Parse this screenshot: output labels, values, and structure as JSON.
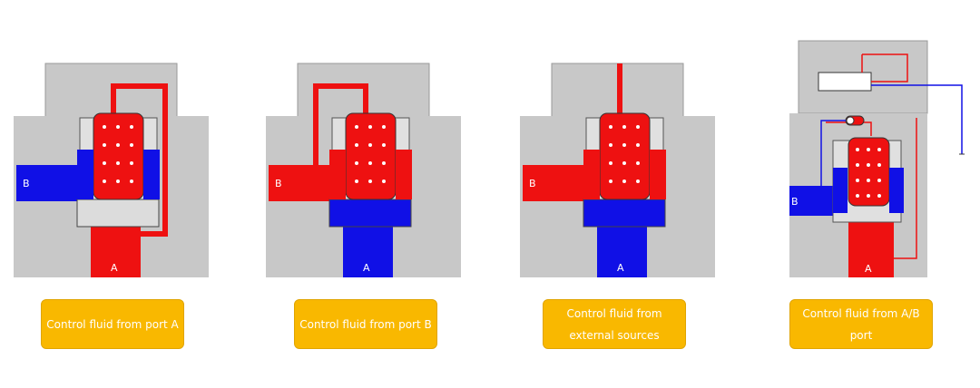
{
  "colors": {
    "red": "#ee1111",
    "blue": "#1010e6",
    "gray": "#c8c8c8",
    "steel": "#dcdcdc",
    "caption": "#f9b800"
  },
  "panels": [
    {
      "caption": "Control fluid from port A",
      "port_a": "A",
      "port_b": "B"
    },
    {
      "caption": "Control fluid from port B",
      "port_a": "A",
      "port_b": "B"
    },
    {
      "caption_line1": "Control fluid from",
      "caption_line2": "external sources",
      "port_a": "A",
      "port_b": "B"
    },
    {
      "caption": "Control fluid from A/B port",
      "port_a": "A",
      "port_b": "B"
    }
  ]
}
